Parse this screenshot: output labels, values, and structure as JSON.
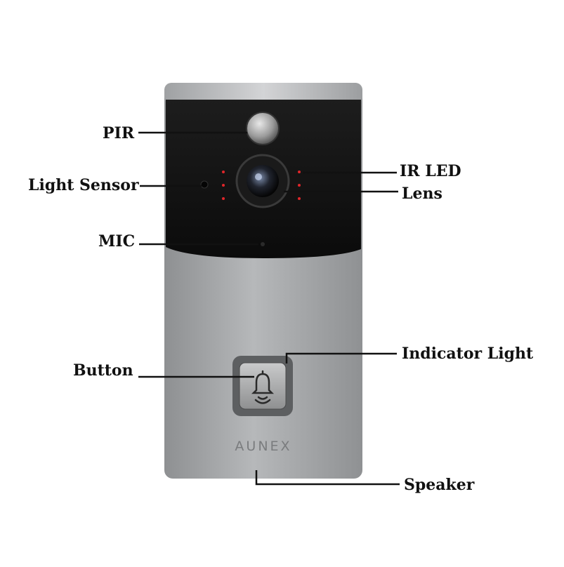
{
  "brand": "AUNEX",
  "labels": {
    "pir": "PIR",
    "light_sensor": "Light Sensor",
    "mic": "MIC",
    "button": "Button",
    "ir_led": "IR LED",
    "lens": "Lens",
    "indicator_light": "Indicator Light",
    "speaker": "Speaker"
  },
  "colors": {
    "body_silver": "#a4a6a8",
    "face_black": "#131313",
    "ir_led_red": "#e0262a",
    "label_text": "#111111"
  },
  "icons": {
    "button": "bell-icon"
  }
}
